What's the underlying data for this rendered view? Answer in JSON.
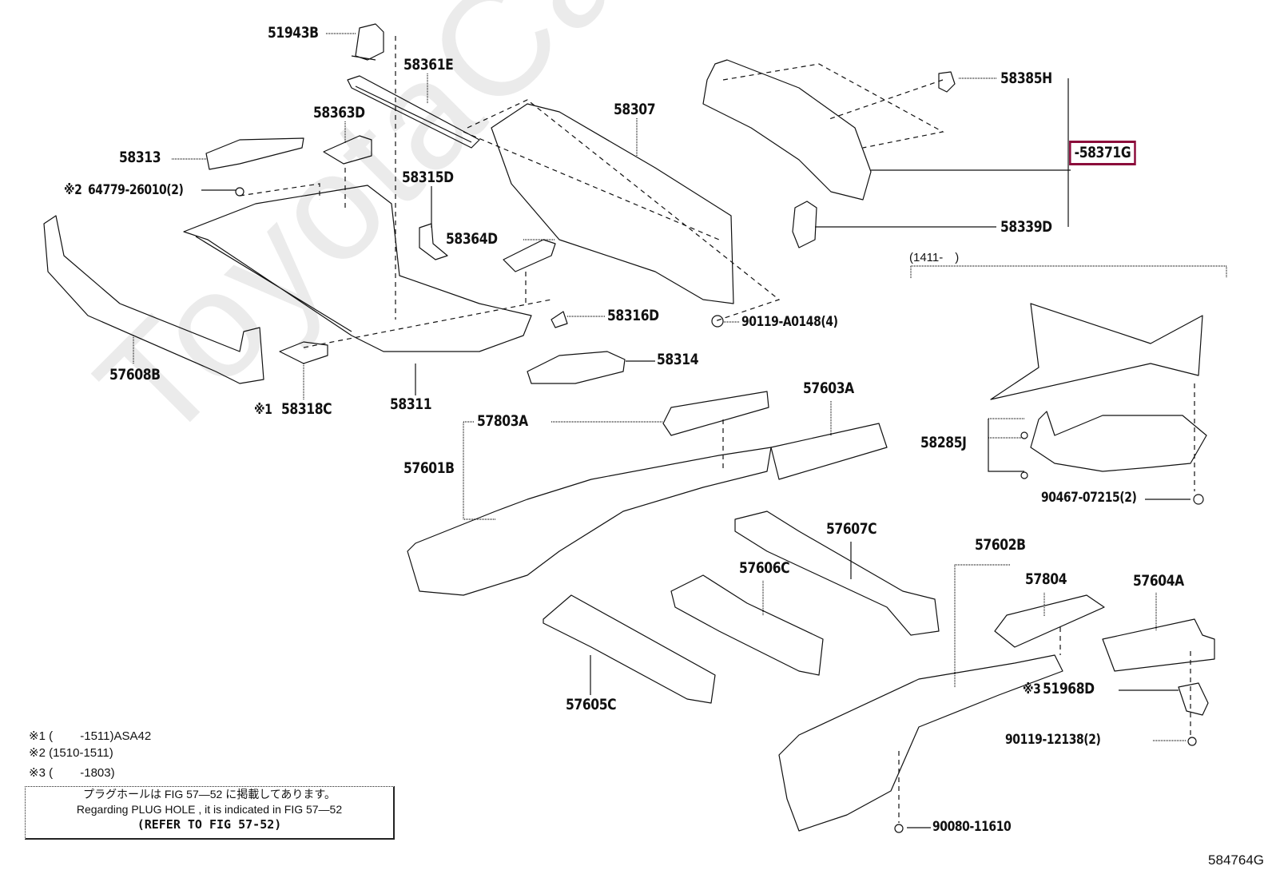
{
  "diagram": {
    "figure_id": "584764G",
    "watermark": "ToyotaCarMine.ru",
    "highlight_color": "#8b0a3a",
    "highlighted_part": "58371G",
    "parts": [
      {
        "id": "51943B",
        "label": "51943B"
      },
      {
        "id": "58361E",
        "label": "58361E"
      },
      {
        "id": "58363D",
        "label": "58363D"
      },
      {
        "id": "58313",
        "label": "58313"
      },
      {
        "id": "64779-26010",
        "label": "64779-26010(2)",
        "note_ref": "※2"
      },
      {
        "id": "58315D",
        "label": "58315D"
      },
      {
        "id": "58307",
        "label": "58307"
      },
      {
        "id": "58385H",
        "label": "58385H"
      },
      {
        "id": "58371G",
        "label": "-58371G"
      },
      {
        "id": "58339D",
        "label": "58339D"
      },
      {
        "id": "58364D",
        "label": "58364D"
      },
      {
        "id": "58316D",
        "label": "58316D"
      },
      {
        "id": "90119-A0148",
        "label": "90119-A0148(4)"
      },
      {
        "id": "58314",
        "label": "58314"
      },
      {
        "id": "57608B",
        "label": "57608B"
      },
      {
        "id": "58318C",
        "label": "58318C",
        "note_ref": "※1"
      },
      {
        "id": "58311",
        "label": "58311"
      },
      {
        "id": "57803A",
        "label": "57803A"
      },
      {
        "id": "57601B",
        "label": "57601B"
      },
      {
        "id": "57603A",
        "label": "57603A"
      },
      {
        "id": "58285J",
        "label": "58285J"
      },
      {
        "id": "90467-07215",
        "label": "90467-07215(2)"
      },
      {
        "id": "57607C",
        "label": "57607C"
      },
      {
        "id": "57606C",
        "label": "57606C"
      },
      {
        "id": "57602B",
        "label": "57602B"
      },
      {
        "id": "57804",
        "label": "57804"
      },
      {
        "id": "57604A",
        "label": "57604A"
      },
      {
        "id": "51968D",
        "label": "51968D",
        "note_ref": "※3"
      },
      {
        "id": "90119-12138",
        "label": "90119-12138(2)"
      },
      {
        "id": "57605C",
        "label": "57605C"
      },
      {
        "id": "90080-11610",
        "label": "90080-11610"
      }
    ],
    "inset_label": "(1411-　)",
    "notes": [
      "※1 (　　 -1511)ASA42",
      "※2 (1510-1511)",
      "※3 (　　 -1803)"
    ],
    "note_refs": {
      "n1": "※1",
      "n2": "※2",
      "n3": "※3"
    },
    "info_box": {
      "jp": "プラグホールは FIG 57—52 に掲載してあります。",
      "en": "Regarding PLUG HOLE , it is indicated in FIG 57—52",
      "refer": "(REFER TO FIG 57-52)"
    }
  }
}
